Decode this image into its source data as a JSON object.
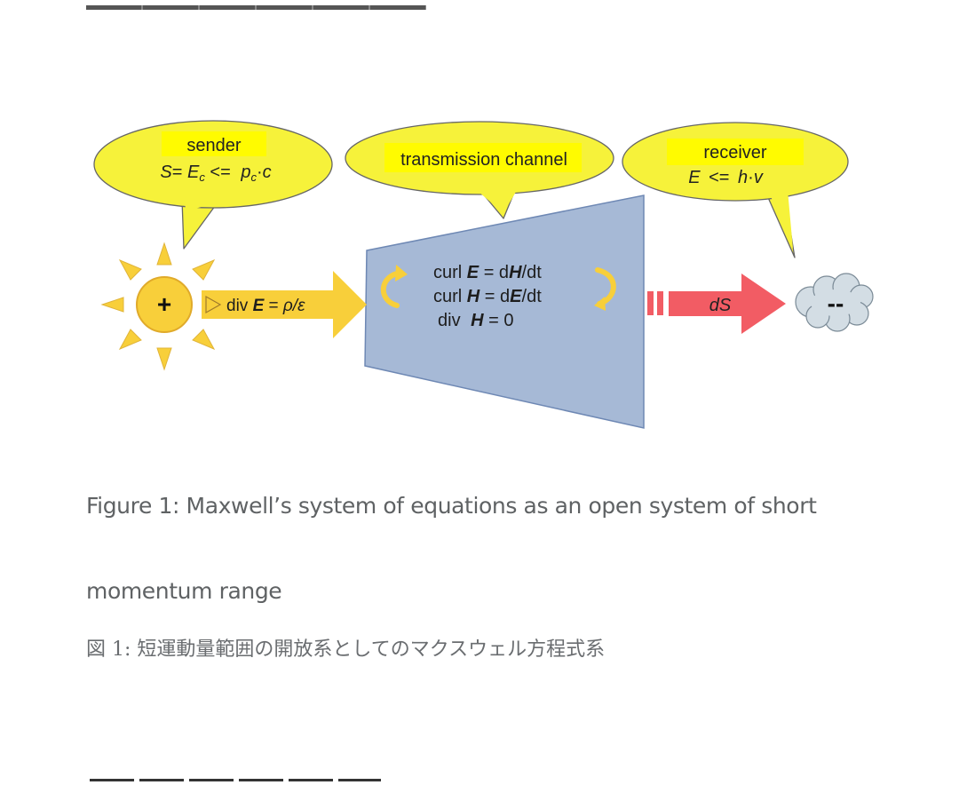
{
  "diagram": {
    "sender": {
      "label": "sender",
      "formula": {
        "s": "S",
        "eq": "= ",
        "e": "E",
        "c1": "c",
        "le": " <= ",
        "p": "p",
        "c2": "c",
        "dot": "·",
        "c3": "c"
      }
    },
    "channel": {
      "label": "transmission channel",
      "eq1": {
        "a": "curl ",
        "b": "E",
        "c": " = d",
        "d": "H",
        "e": "/dt"
      },
      "eq2": {
        "a": "curl ",
        "b": "H",
        "c": " = d",
        "d": "E",
        "e": "/dt"
      },
      "eq3": {
        "a": "div ",
        "b": "H",
        "c": " = 0"
      }
    },
    "receiver": {
      "label": "receiver",
      "formula": {
        "e": "E",
        "le": " <= ",
        "h": "h",
        "dot": "·",
        "v": "v"
      }
    },
    "source_sign": "+",
    "sink_sign": "--",
    "div_arrow": {
      "a": "div ",
      "b": "E",
      "c": " = ",
      "d": "ρ/ε"
    },
    "ds_label": "dS",
    "colors": {
      "bubble": "#f6f23a",
      "highlight": "#fffb00",
      "sun": "#f8cf3a",
      "channel": "#a6b9d6",
      "ds_arrow": "#f25c64",
      "cloud": "#d3dde4"
    }
  },
  "caption": {
    "en": "Figure 1: Maxwell’s system of equations as an open system of short momentum range",
    "jp": "図 1:  短運動量範囲の開放系としてのマクスウェル方程式系"
  }
}
